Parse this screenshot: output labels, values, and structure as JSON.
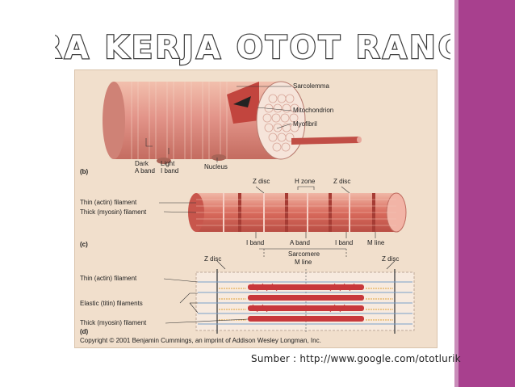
{
  "slide": {
    "title": "CARA KERJA OTOT RANGKA",
    "source": "Sumber : http://www.google.com/ototlurik",
    "accent_color": "#a8408e",
    "title_color": "#3b3b3b"
  },
  "figure": {
    "panel_b": {
      "tag": "(b)",
      "labels": {
        "sarcolemma": "Sarcolemma",
        "mitochondrion": "Mitochondrion",
        "myofibril": "Myofibril",
        "dark_a_band": "Dark\nA band",
        "dark": "Dark",
        "a_band": "A band",
        "light": "Light",
        "i_band": "I band",
        "nucleus": "Nucleus"
      }
    },
    "panel_c": {
      "tag": "(c)",
      "labels": {
        "z_disc_1": "Z disc",
        "h_zone": "H zone",
        "z_disc_2": "Z disc",
        "thin_filament": "Thin (actin) filament",
        "thick_filament": "Thick (myosin) filament",
        "i_band_1": "I band",
        "a_band": "A band",
        "i_band_2": "I band",
        "m_line": "M line",
        "sarcomere": "Sarcomere"
      }
    },
    "panel_d": {
      "tag": "(d)",
      "labels": {
        "m_line": "M line",
        "z_disc_1": "Z disc",
        "z_disc_2": "Z disc",
        "thin_filament": "Thin (actin) filament",
        "elastic_filaments": "Elastic (titin) filaments",
        "thick_filament": "Thick (myosin) filament"
      }
    },
    "copyright": "Copyright © 2001 Benjamin Cummings, an imprint of Addison Wesley Longman, Inc."
  }
}
